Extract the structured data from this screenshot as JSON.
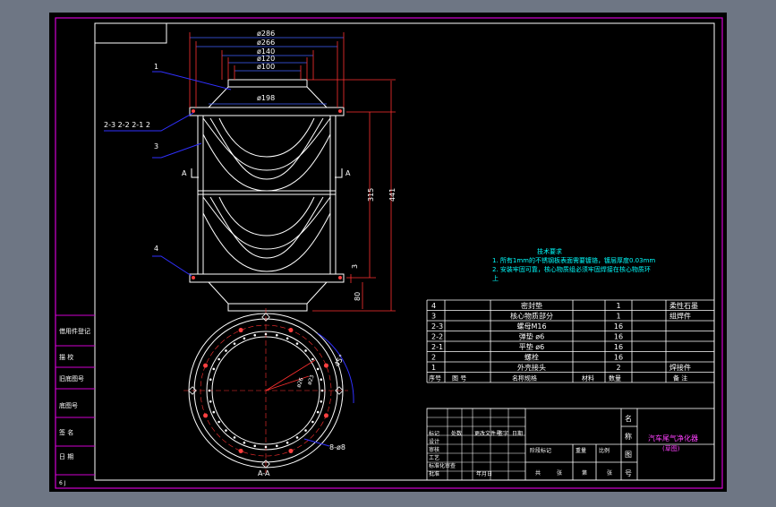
{
  "colors": {
    "background": "#6e7684",
    "paper": "#000000",
    "border": "#d000d0",
    "outline": "#ffffff",
    "dimension": "#ff4040",
    "leader": "#3030ff",
    "note": "#00ffff",
    "title_text": "#ff40ff"
  },
  "dims": {
    "d286": "ø286",
    "d266": "ø266",
    "d140": "ø140",
    "d120": "ø120",
    "d100": "ø100",
    "d198": "ø198",
    "h315": "315",
    "h441": "441",
    "h3": "3",
    "h80": "80",
    "d45": "45°",
    "holes": "8-ø8",
    "small1": "ø26",
    "small2": "ø23"
  },
  "leaders": {
    "p1": "1",
    "p2": "2-3 2-2 2-1   2",
    "p3": "3",
    "p4": "4"
  },
  "section": {
    "arrow_left": "A",
    "arrow_right": "A",
    "view": "A-A"
  },
  "notes": {
    "title": "技术要求",
    "line1": "1. 所有1mm的不锈钢板表面需要镀铬，镀层厚度0.03mm",
    "line2": "2. 安装牢固可靠，核心物质组必须牢固焊接在核心物质环",
    "line3": "上"
  },
  "bom": [
    {
      "no": "4",
      "name": "密封垫",
      "qty": "1",
      "material": "柔性石墨"
    },
    {
      "no": "3",
      "name": "核心物质部分",
      "qty": "1",
      "material": "组焊件"
    },
    {
      "no": "2-3",
      "name": "螺母M16",
      "qty": "16",
      "material": ""
    },
    {
      "no": "2-2",
      "name": "弹垫 ø6",
      "qty": "16",
      "material": ""
    },
    {
      "no": "2-1",
      "name": "平垫 ø6",
      "qty": "16",
      "material": ""
    },
    {
      "no": "2",
      "name": "螺栓",
      "qty": "16",
      "material": ""
    },
    {
      "no": "1",
      "name": "外壳接头",
      "qty": "2",
      "material": "焊接件"
    }
  ],
  "bom_header": {
    "seq": "序号",
    "drawing": "图     号",
    "name": "名称规格",
    "material": "材料",
    "qty": "数量",
    "remark": "备  注"
  },
  "title_block": {
    "product": "汽车尾气净化器",
    "sub": "(草图)",
    "label_name": "名",
    "label_name2": "称",
    "label_fig": "图",
    "label_fig2": "号",
    "rows": [
      "标记",
      "设计",
      "审核",
      "工艺",
      "标准化审查",
      "批准"
    ],
    "cols": [
      "处数",
      "更改文件号",
      "签字",
      "日期"
    ],
    "mid": [
      "阶段标记",
      "重量",
      "比例"
    ],
    "date_lbl": "年月日",
    "sheet1": "共",
    "sheet2": "张",
    "sheet3": "第",
    "sheet4": "张"
  },
  "side_block": {
    "r1": "借用件登记",
    "r2": "描   校",
    "r3": "旧底图号",
    "r4": "底图号",
    "r5": "签   名",
    "r6": "日   期",
    "r7": "6 J"
  }
}
